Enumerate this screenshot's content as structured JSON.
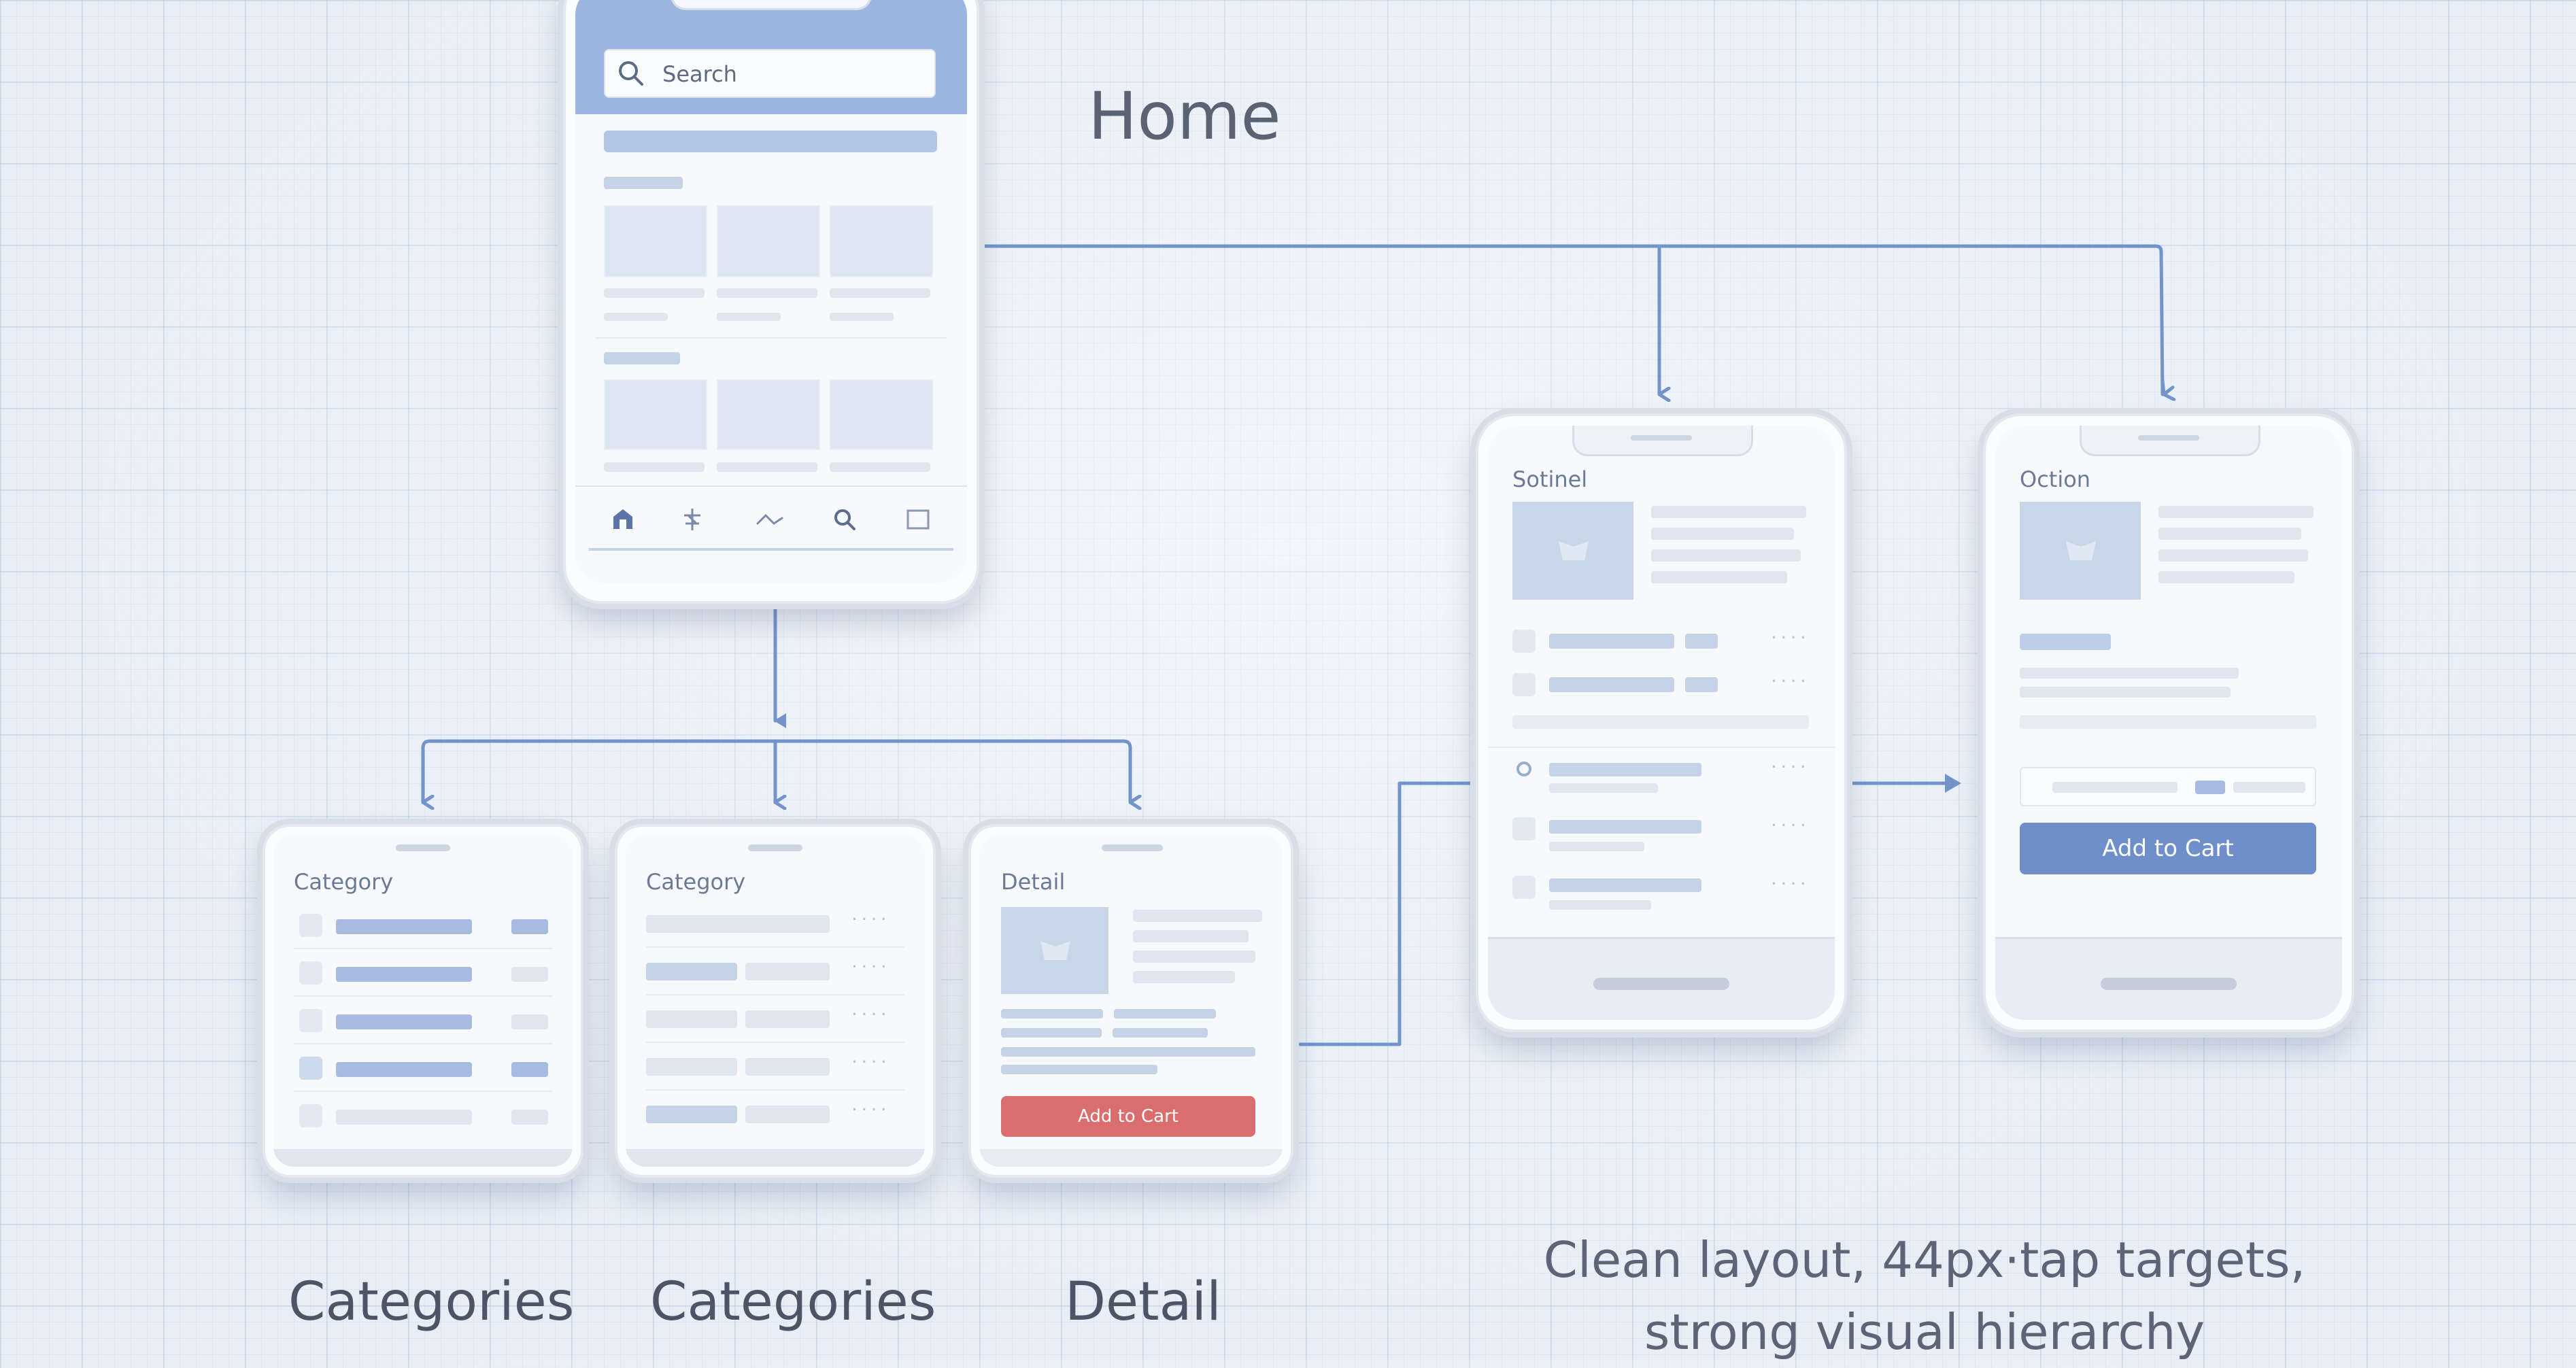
{
  "labels": {
    "home": "Home",
    "categories_1": "Categories",
    "categories_2": "Categories",
    "detail": "Detail"
  },
  "note": {
    "line1": "Clean layout, 44px·tap targets,",
    "line2": "strong visual hierarchy"
  },
  "home_phone": {
    "search_placeholder": "Search",
    "nav_icons": [
      "home-icon",
      "network-icon",
      "trend-icon",
      "search-icon",
      "square-icon"
    ]
  },
  "category_phone_1": {
    "title": "Category"
  },
  "category_phone_2": {
    "title": "Category"
  },
  "detail_phone": {
    "title": "Detail",
    "cta_label": "Add to Cart"
  },
  "sotinel_phone": {
    "title": "Sotinel"
  },
  "oction_phone": {
    "title": "Oction",
    "cta_label": "Add to Cart"
  },
  "colors": {
    "connector": "#7393cb",
    "accent_blue": "#6f8fcb",
    "accent_red": "#da6e6e",
    "header_blue": "#9cb4e0"
  }
}
